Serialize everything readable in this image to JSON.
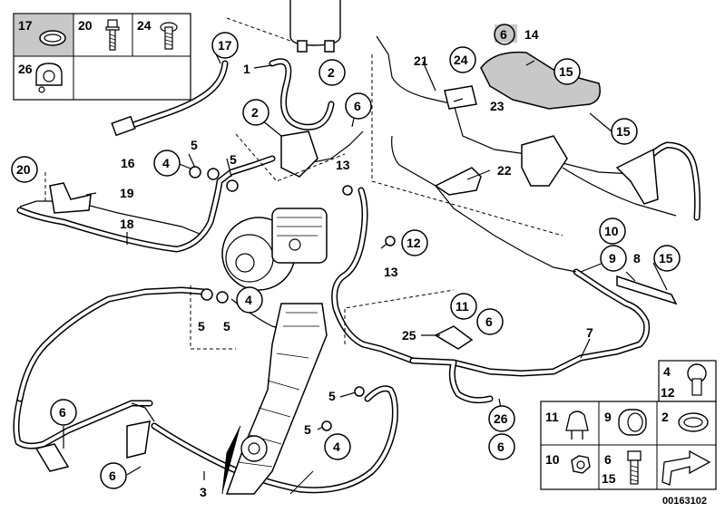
{
  "legend_top_left": {
    "cells": [
      {
        "num": "17",
        "icon": "hose-clamp-icon",
        "shaded": true
      },
      {
        "num": "20",
        "icon": "screw-bolt-icon",
        "shaded": false
      },
      {
        "num": "24",
        "icon": "cap-bolt-icon",
        "shaded": false
      },
      {
        "num": "26",
        "icon": "pipe-clip-icon",
        "shaded": false
      }
    ]
  },
  "legend_bottom_right": {
    "cells": [
      {
        "num": "4",
        "num2": "12",
        "icon": "banjo-bolt-icon"
      },
      {
        "num": "11",
        "icon": "spring-clip-icon"
      },
      {
        "num": "9",
        "icon": "rubber-sleeve-icon"
      },
      {
        "num": "2",
        "icon": "hose-clamp-icon"
      },
      {
        "num": "10",
        "icon": "hex-nut-icon"
      },
      {
        "num": "6",
        "num2": "15",
        "icon": "hex-bolt-icon"
      },
      {
        "num": "",
        "icon": "arrow-icon"
      }
    ]
  },
  "callouts": {
    "c17": "17",
    "c2a": "2",
    "c2b": "2",
    "c6a": "6",
    "c6_14": "6",
    "c14": "14",
    "c24": "24",
    "c15a": "15",
    "c15b": "15",
    "c20": "20",
    "c4a": "4",
    "c4b": "4",
    "c4c": "4",
    "c12": "12",
    "c10": "10",
    "c9": "9",
    "c15c": "15",
    "c11": "11",
    "c6b": "6",
    "c6c": "6",
    "c6d": "6",
    "c26": "26",
    "c6e": "6"
  },
  "labels": {
    "l1": "1",
    "l21": "21",
    "l23": "23",
    "l16": "16",
    "l5a": "5",
    "l5b": "5",
    "l13a": "13",
    "l19": "19",
    "l18": "18",
    "l22": "22",
    "l13b": "13",
    "l8": "8",
    "l5c": "5",
    "l5d": "5",
    "l25": "25",
    "l7": "7",
    "l5e": "5",
    "l5f": "5",
    "l3": "3"
  },
  "diagram_code": "00163102"
}
